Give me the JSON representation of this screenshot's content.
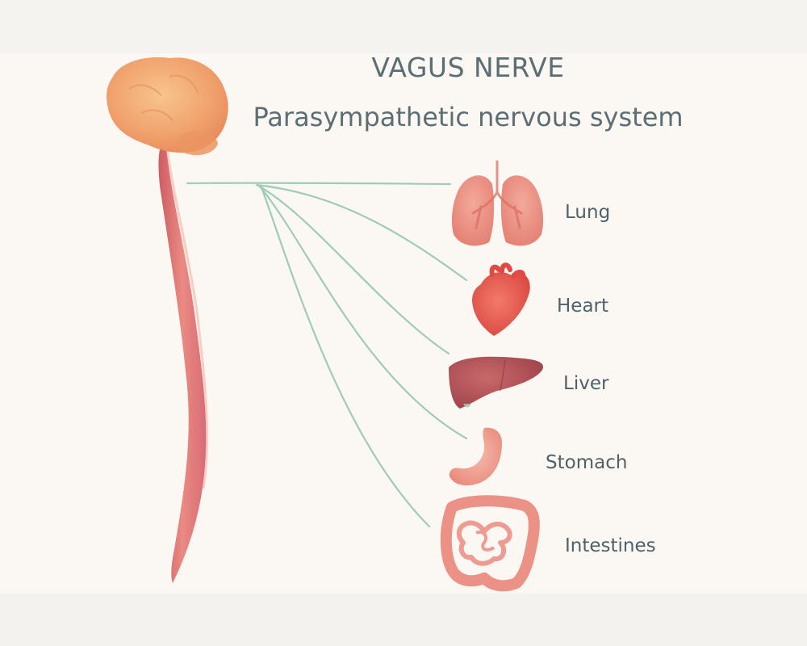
{
  "diagram": {
    "title": "VAGUS NERVE",
    "subtitle": "Parasympathetic nervous system",
    "organs": [
      {
        "id": "lung",
        "label": "Lung",
        "icon": "lung-icon"
      },
      {
        "id": "heart",
        "label": "Heart",
        "icon": "heart-icon"
      },
      {
        "id": "liver",
        "label": "Liver",
        "icon": "liver-icon"
      },
      {
        "id": "stomach",
        "label": "Stomach",
        "icon": "stomach-icon"
      },
      {
        "id": "intestines",
        "label": "Intestines",
        "icon": "intestines-icon"
      }
    ],
    "colors": {
      "text": "#5b6e74",
      "nerve_branches": "#9cc9b6",
      "brain": "#f0a46e",
      "spinal_cord": "#d9666b",
      "lung": "#ea8c7c",
      "heart": "#e85c52",
      "liver": "#b4565a",
      "stomach": "#f0a393",
      "intestines": "#e9857a"
    }
  }
}
